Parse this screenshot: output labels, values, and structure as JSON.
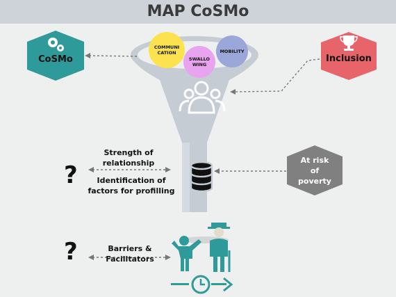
{
  "title": "MAP CoSMo",
  "cosmo_label": "CoSMo",
  "inclusion_label": "Inclusion",
  "poverty_label": [
    "At risk",
    "of",
    "poverty"
  ],
  "domains": [
    {
      "lines": [
        "COMMUNI",
        "CATION"
      ],
      "color": "#fde24f"
    },
    {
      "lines": [
        "SWALLO",
        "WING"
      ],
      "color": "#e8a4ef"
    },
    {
      "lines": [
        "MOBILITY"
      ],
      "color": "#9aa7d8"
    }
  ],
  "analysis": {
    "strength": [
      "Strength of",
      "relationship"
    ],
    "factors": [
      "Identification of",
      "factors for profilling"
    ]
  },
  "barriers": "Barriers & Facilitators",
  "question_mark": "?",
  "colors": {
    "teal": "#2e9a9a",
    "red": "#e7646b",
    "gray": "#808080",
    "funnel": "#c6ccd4"
  }
}
